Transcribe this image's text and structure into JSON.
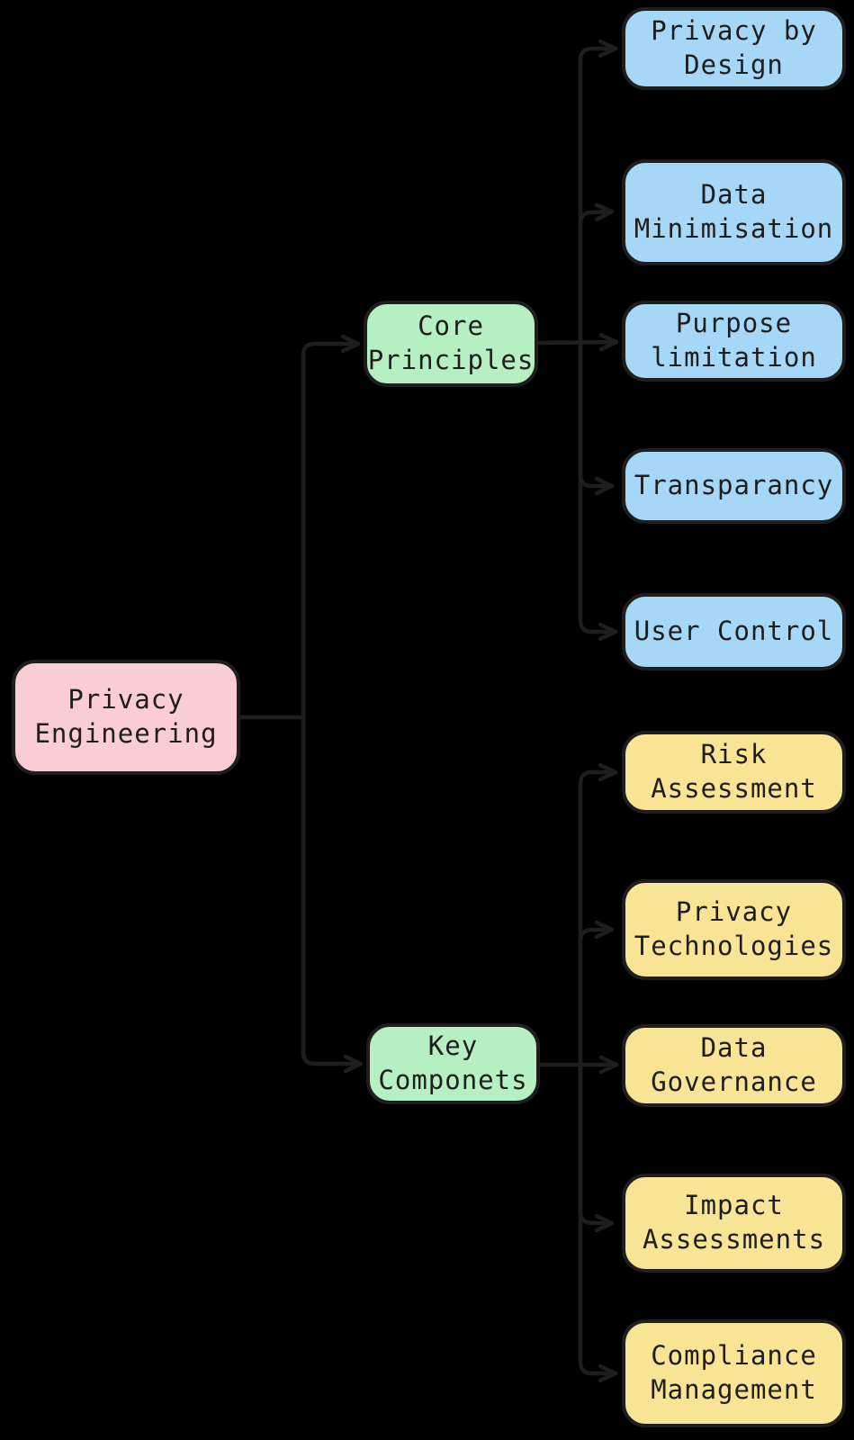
{
  "diagram": {
    "title": "Privacy Engineering mind map",
    "colors": {
      "background": "#000000",
      "stroke": "#1e1e1e",
      "text": "#1e1e1e",
      "root_fill": "#f9cdd3",
      "branch_fill": "#b5efc2",
      "principle_fill": "#a7d7f7",
      "component_fill": "#f7e494"
    },
    "nodes": [
      {
        "id": "privacy-engineering",
        "label": "Privacy\nEngineering",
        "fill": "#f9cdd3",
        "role": "root"
      },
      {
        "id": "core-principles",
        "label": "Core\nPrinciples",
        "fill": "#b5efc2",
        "role": "branch"
      },
      {
        "id": "key-componets",
        "label": "Key\nComponets",
        "fill": "#b5efc2",
        "role": "branch"
      },
      {
        "id": "privacy-by-design",
        "label": "Privacy by\nDesign",
        "fill": "#a7d7f7",
        "role": "leaf"
      },
      {
        "id": "data-minimisation",
        "label": "Data\nMinimisation",
        "fill": "#a7d7f7",
        "role": "leaf"
      },
      {
        "id": "purpose-limitation",
        "label": "Purpose\nlimitation",
        "fill": "#a7d7f7",
        "role": "leaf"
      },
      {
        "id": "transparancy",
        "label": "Transparancy",
        "fill": "#a7d7f7",
        "role": "leaf"
      },
      {
        "id": "user-control",
        "label": "User Control",
        "fill": "#a7d7f7",
        "role": "leaf"
      },
      {
        "id": "risk-assessment",
        "label": "Risk\nAssessment",
        "fill": "#f7e494",
        "role": "leaf"
      },
      {
        "id": "privacy-technologies",
        "label": "Privacy\nTechnologies",
        "fill": "#f7e494",
        "role": "leaf"
      },
      {
        "id": "data-governance",
        "label": "Data\nGovernance",
        "fill": "#f7e494",
        "role": "leaf"
      },
      {
        "id": "impact-assessments",
        "label": "Impact\nAssessments",
        "fill": "#f7e494",
        "role": "leaf"
      },
      {
        "id": "compliance-management",
        "label": "Compliance\nManagement",
        "fill": "#f7e494",
        "role": "leaf"
      }
    ],
    "edges": [
      {
        "from": "privacy-engineering",
        "to": "core-principles"
      },
      {
        "from": "privacy-engineering",
        "to": "key-componets"
      },
      {
        "from": "core-principles",
        "to": "privacy-by-design"
      },
      {
        "from": "core-principles",
        "to": "data-minimisation"
      },
      {
        "from": "core-principles",
        "to": "purpose-limitation"
      },
      {
        "from": "core-principles",
        "to": "transparancy"
      },
      {
        "from": "core-principles",
        "to": "user-control"
      },
      {
        "from": "key-componets",
        "to": "risk-assessment"
      },
      {
        "from": "key-componets",
        "to": "privacy-technologies"
      },
      {
        "from": "key-componets",
        "to": "data-governance"
      },
      {
        "from": "key-componets",
        "to": "impact-assessments"
      },
      {
        "from": "key-componets",
        "to": "compliance-management"
      }
    ]
  }
}
